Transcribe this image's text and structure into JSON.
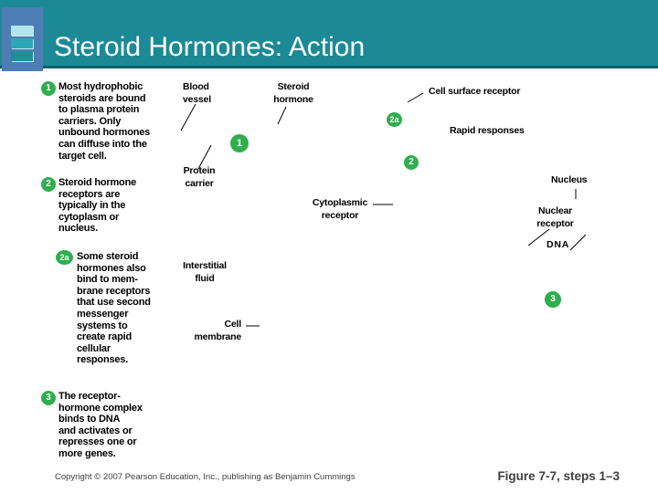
{
  "header": {
    "title": "Steroid Hormones: Action"
  },
  "steps": [
    {
      "num": "1",
      "text": "Most hydrophobic\nsteroids are bound\nto plasma protein\ncarriers. Only\nunbound hormones\ncan diffuse into the\ntarget cell."
    },
    {
      "num": "2",
      "text": "Steroid hormone\nreceptors are\ntypically in the\ncytoplasm or\nnucleus."
    },
    {
      "num": "2a",
      "text": "Some steroid\nhormones also\nbind to mem-\nbrane receptors\nthat use second\nmessenger\nsystems to\ncreate rapid\ncellular\nresponses."
    },
    {
      "num": "3",
      "text": "The receptor-\nhormone complex\nbinds to DNA\nand activates or\nrepresses one or\nmore genes."
    }
  ],
  "diagram": {
    "labels": {
      "blood_vessel": "Blood\nvessel",
      "steroid_hormone": "Steroid\nhormone",
      "cell_surface_receptor": "Cell surface receptor",
      "rapid_responses": "Rapid responses",
      "protein_carrier": "Protein\ncarrier",
      "nucleus": "Nucleus",
      "cytoplasmic_receptor": "Cytoplasmic\nreceptor",
      "nuclear_receptor": "Nuclear\nreceptor",
      "dna": "DNA",
      "interstitial_fluid": "Interstitial\nfluid",
      "cell_membrane": "Cell\nmembrane"
    },
    "markers": [
      {
        "label": "1"
      },
      {
        "label": "2a"
      },
      {
        "label": "2"
      },
      {
        "label": "3"
      }
    ]
  },
  "footer": {
    "copyright": "Copyright © 2007 Pearson Education, Inc., publishing as Benjamin Cummings",
    "figure": "Figure 7-7, steps 1–3"
  },
  "colors": {
    "header_teal": "#1b8a96",
    "header_border": "#0c5f68",
    "sidebar_blue": "#4d7eb3",
    "square_light": "#b3e5ed",
    "square_mid": "#2ba8b5",
    "square_dark": "#1f8e9a",
    "step_green": "#2fae4e",
    "title_text": "#ffffff",
    "body_text": "#000000",
    "footer_text": "#3f3f3f"
  }
}
